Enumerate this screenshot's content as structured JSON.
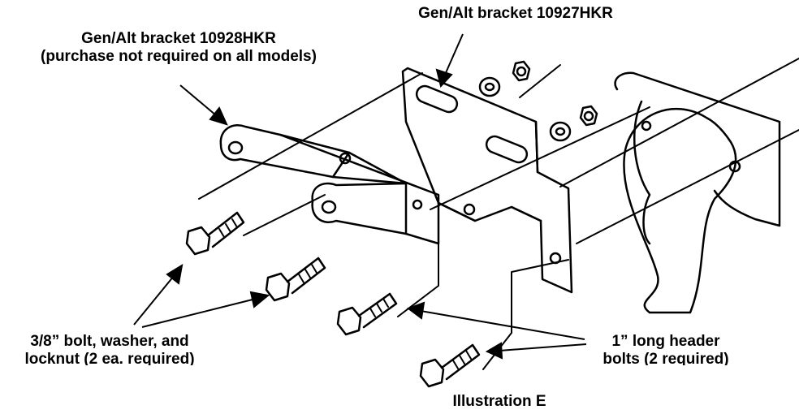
{
  "labels": {
    "bracket_10927": "Gen/Alt bracket 10927HKR",
    "bracket_10928_line1": "Gen/Alt bracket 10928HKR",
    "bracket_10928_line2": "(purchase not required on all models)",
    "bolt_line1": "3/8” bolt, washer, and",
    "bolt_line2": "locknut (2 ea. required)",
    "header_line1": "1” long header",
    "header_line2": "bolts (2 required)",
    "caption": "Illustration E"
  }
}
